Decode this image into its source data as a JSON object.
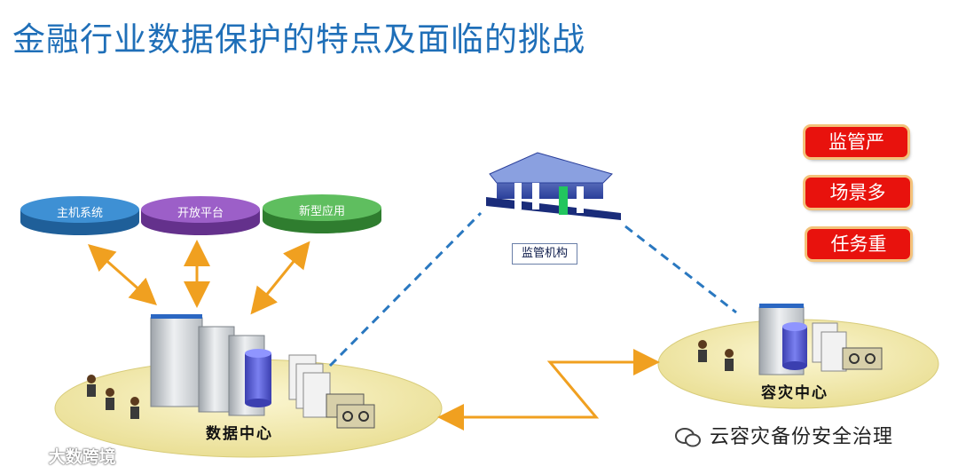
{
  "title": "金融行业数据保护的特点及面临的挑战",
  "systems": [
    {
      "label": "主机系统",
      "color": "#2f7fc4"
    },
    {
      "label": "开放平台",
      "color": "#8a4bb8"
    },
    {
      "label": "新型应用",
      "color": "#4caa4c"
    }
  ],
  "regulator_label": "监管机构",
  "data_center_label": "数据中心",
  "dr_center_label": "容灾中心",
  "challenges": [
    "监管严",
    "场景多",
    "任务重"
  ],
  "watermark_right": "云容灾备份安全治理",
  "watermark_left": "大数跨境",
  "colors": {
    "title": "#1f6fb8",
    "tag_bg": "#e8120d",
    "arrow": "#f0a020",
    "dashed_link": "#2a78c0",
    "platform": "#f4eaa8"
  }
}
